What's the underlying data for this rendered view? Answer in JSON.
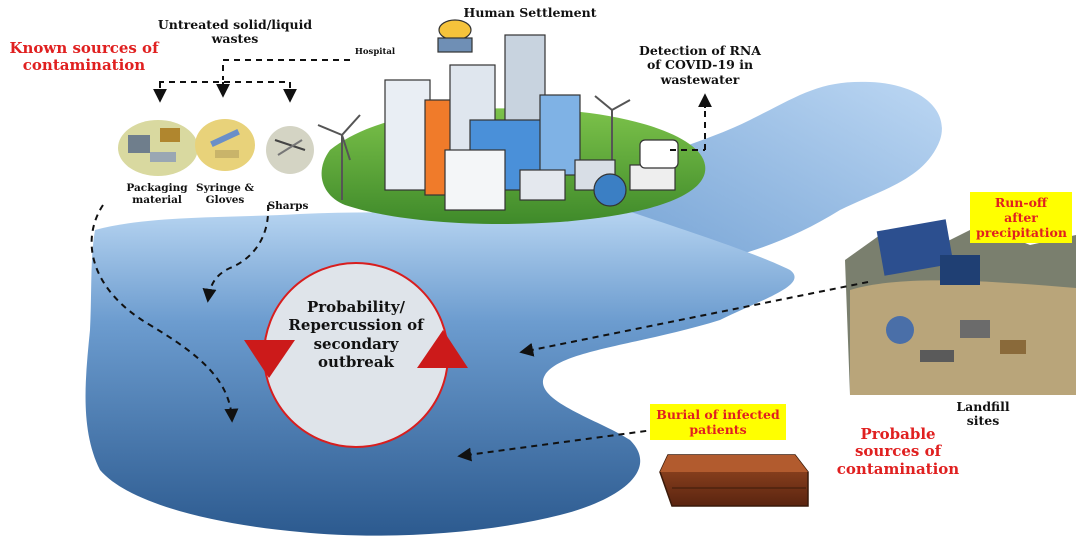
{
  "labels": {
    "known_sources": "Known sources of contamination",
    "untreated_wastes": "Untreated solid/liquid wastes",
    "human_settlement": "Human Settlement",
    "hospital": "Hospital",
    "detection_rna": "Detection of RNA of COVID-19 in wastewater",
    "packaging": "Packaging material",
    "syringe": "Syringe & Gloves",
    "sharps": "Sharps",
    "cycle": "Probability/ Repercussion of secondary outbreak",
    "runoff": "Run-off after precipitation",
    "landfill": "Landfill sites",
    "burial": "Burial of infected patients",
    "probable_sources": "Probable sources of contamination"
  },
  "colors": {
    "red": "#e02020",
    "highlight": "#ffff00",
    "water_dark": "#2f5f96",
    "water_light": "#a9cbee"
  }
}
